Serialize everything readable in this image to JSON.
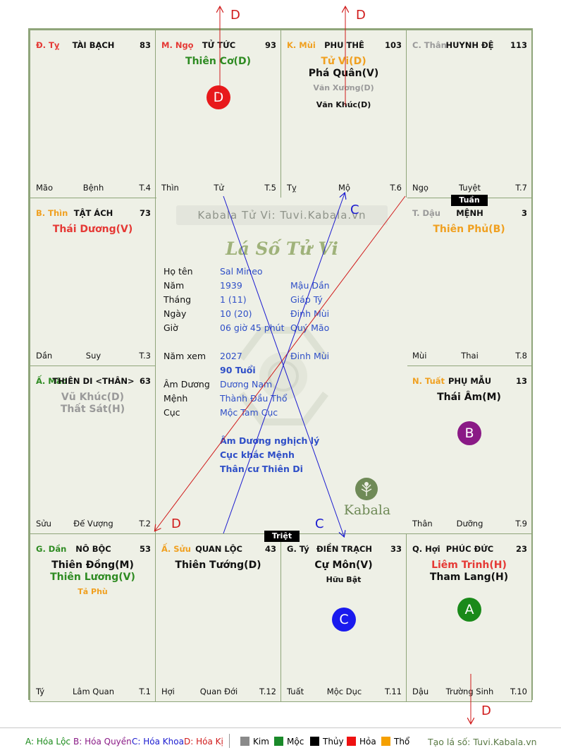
{
  "arrow_labels": {
    "top_left": "D",
    "top_right": "D",
    "bottom": "D",
    "c_upper": "C",
    "c_lower": "C",
    "d_lower": "D"
  },
  "palaces": [
    {
      "can": "Đ. Tỵ",
      "can_color": "#e53935",
      "name": "TÀI BẠCH",
      "num": "83",
      "stars": [],
      "bl": "Mão",
      "bm": "Bệnh",
      "br": "T.4"
    },
    {
      "can": "M. Ngọ",
      "can_color": "#e53935",
      "name": "TỬ TỨC",
      "num": "93",
      "stars": [
        {
          "text": "Thiên Cơ(D)",
          "color": "#2e8b22"
        }
      ],
      "badge": {
        "text": "D",
        "color": "#e8191b"
      },
      "bl": "Thìn",
      "bm": "Tử",
      "br": "T.5"
    },
    {
      "can": "K. Mùi",
      "can_color": "#f0a020",
      "name": "PHU THÊ",
      "num": "103",
      "stars": [
        {
          "text": "Tử Vi(D)",
          "color": "#f0a020"
        },
        {
          "text": "Phá Quân(V)",
          "color": "#111"
        },
        {
          "text": "Văn Xương(D)",
          "color": "#9a9a9a",
          "sm": true
        },
        {
          "text": "Văn Khúc(D)",
          "color": "#111",
          "sm": true
        }
      ],
      "bl": "Tỵ",
      "bm": "Mộ",
      "br": "T.6"
    },
    {
      "can": "C. Thân",
      "can_color": "#9a9a9a",
      "name": "HUYNH ĐỆ",
      "num": "113",
      "stars": [],
      "bl": "Ngọ",
      "bm": "Tuyệt",
      "br": "T.7"
    },
    {
      "can": "B. Thìn",
      "can_color": "#f0a020",
      "name": "TẬT ÁCH",
      "num": "73",
      "stars": [
        {
          "text": "Thái Dương(V)",
          "color": "#e53935"
        }
      ],
      "bl": "Dần",
      "bm": "Suy",
      "br": "T.3"
    },
    {
      "can": "T. Dậu",
      "can_color": "#9a9a9a",
      "name": "MỆNH",
      "num": "3",
      "stars": [
        {
          "text": "Thiên Phủ(B)",
          "color": "#f0a020"
        }
      ],
      "bl": "Mùi",
      "bm": "Thai",
      "br": "T.8"
    },
    {
      "can": "Ấ. Mão",
      "can_color": "#2e8b22",
      "name": "THIÊN DI <THÂN>",
      "num": "63",
      "stars": [
        {
          "text": "Vũ Khúc(D)",
          "color": "#9a9a9a"
        },
        {
          "text": "Thất Sát(H)",
          "color": "#9a9a9a"
        }
      ],
      "bl": "Sửu",
      "bm": "Đế Vượng",
      "br": "T.2"
    },
    {
      "can": "N. Tuất",
      "can_color": "#f0a020",
      "name": "PHỤ MẪU",
      "num": "13",
      "stars": [
        {
          "text": "Thái Âm(M)",
          "color": "#111"
        }
      ],
      "badge": {
        "text": "B",
        "color": "#8a1a86"
      },
      "bl": "Thân",
      "bm": "Dưỡng",
      "br": "T.9"
    },
    {
      "can": "G. Dần",
      "can_color": "#2e8b22",
      "name": "NÔ BỘC",
      "num": "53",
      "stars": [
        {
          "text": "Thiên Đồng(M)",
          "color": "#111"
        },
        {
          "text": "Thiên Lương(V)",
          "color": "#2e8b22"
        },
        {
          "text": "Tả Phù",
          "color": "#f0a020",
          "sm": true
        }
      ],
      "bl": "Tý",
      "bm": "Lâm Quan",
      "br": "T.1"
    },
    {
      "can": "Ấ. Sửu",
      "can_color": "#f0a020",
      "name": "QUAN LỘC",
      "num": "43",
      "stars": [
        {
          "text": "Thiên Tướng(D)",
          "color": "#111"
        }
      ],
      "bl": "Hợi",
      "bm": "Quan Đới",
      "br": "T.12"
    },
    {
      "can": "G. Tý",
      "can_color": "#111",
      "name": "ĐIỀN TRẠCH",
      "num": "33",
      "stars": [
        {
          "text": "Cự Môn(V)",
          "color": "#111"
        },
        {
          "text": "Hữu Bật",
          "color": "#111",
          "sm": true
        }
      ],
      "badge": {
        "text": "C",
        "color": "#1a1aee"
      },
      "bl": "Tuất",
      "bm": "Mộc Dục",
      "br": "T.11"
    },
    {
      "can": "Q. Hợi",
      "can_color": "#111",
      "name": "PHÚC ĐỨC",
      "num": "23",
      "stars": [
        {
          "text": "Liêm Trinh(H)",
          "color": "#e53935"
        },
        {
          "text": "Tham Lang(H)",
          "color": "#111"
        }
      ],
      "badge": {
        "text": "A",
        "color": "#1a8a1a"
      },
      "bl": "Dậu",
      "bm": "Trường Sinh",
      "br": "T.10"
    }
  ],
  "tags": {
    "tuan": "Tuần",
    "triet": "Triệt"
  },
  "center": {
    "watermark": "Kabala Tử Vi: Tuvi.Kabala.vn",
    "title": "Lá Số Tử Vi",
    "ho_ten_label": "Họ tên",
    "ho_ten": "Sal Mineo",
    "nam_label": "Năm",
    "nam": "1939",
    "nam_cc": "Mậu Dần",
    "thang_label": "Tháng",
    "thang": "1 (11)",
    "thang_cc": "Giáp Tý",
    "ngay_label": "Ngày",
    "ngay": "10 (20)",
    "ngay_cc": "Đinh Mùi",
    "gio_label": "Giờ",
    "gio": "06 giờ 45 phút",
    "gio_cc": "Quý Mão",
    "nam_xem_label": "Năm xem",
    "nam_xem": "2027",
    "nam_xem_cc": "Đinh Mùi",
    "tuoi": "90 Tuổi",
    "am_duong_label": "Âm Dương",
    "am_duong": "Dương Nam",
    "menh_label": "Mệnh",
    "menh": "Thành Đầu Thổ",
    "cuc_label": "Cục",
    "cuc": "Mộc Tam Cục",
    "note1": "Âm Dương nghịch lý",
    "note2": "Cục khắc Mệnh",
    "note3": "Thân cư Thiên Di",
    "brand": "Kabala"
  },
  "legend": {
    "a": "A: Hóa Lộc",
    "b": "B: Hóa Quyền",
    "c": "C: Hóa Khoa",
    "d": "D: Hóa Kị",
    "kim": "Kim",
    "moc": "Mộc",
    "thuy": "Thủy",
    "hoa": "Hỏa",
    "tho": "Thổ",
    "kim_color": "#8a8a8a",
    "moc_color": "#1a8a2a",
    "thuy_color": "#000000",
    "hoa_color": "#ee1111",
    "tho_color": "#f5a000",
    "credit": "Tạo lá số: Tuvi.Kabala.vn"
  }
}
